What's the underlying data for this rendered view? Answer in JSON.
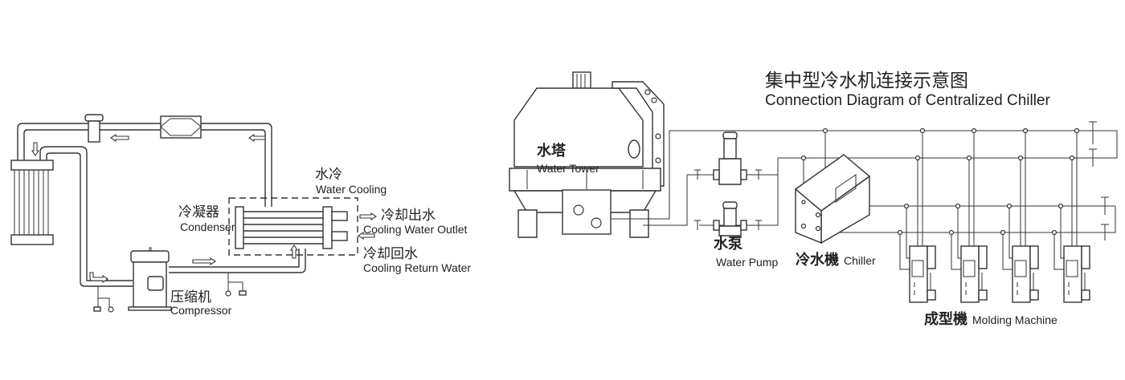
{
  "title": {
    "cn": "集中型冷水机连接示意图",
    "en": "Connection Diagram of Centralized Chiller"
  },
  "left_diagram": {
    "water_cooling": {
      "cn": "水冷",
      "en": "Water Cooling"
    },
    "condenser": {
      "cn": "冷凝器",
      "en": "Condenser"
    },
    "cooling_water_outlet": {
      "cn": "冷却出水",
      "en": "Cooling Water Outlet"
    },
    "cooling_return_water": {
      "cn": "冷却回水",
      "en": "Cooling Return Water"
    },
    "compressor": {
      "cn": "压缩机",
      "en": "Compressor"
    }
  },
  "right_diagram": {
    "water_tower": {
      "cn": "水塔",
      "en": "Water Tower"
    },
    "water_pump": {
      "cn": "水泵",
      "en": "Water Pump"
    },
    "chiller": {
      "cn": "冷水機",
      "en": "Chiller"
    },
    "molding_machine": {
      "cn": "成型機",
      "en": "Molding Machine"
    }
  },
  "colors": {
    "line": "#333333",
    "background": "#ffffff"
  }
}
